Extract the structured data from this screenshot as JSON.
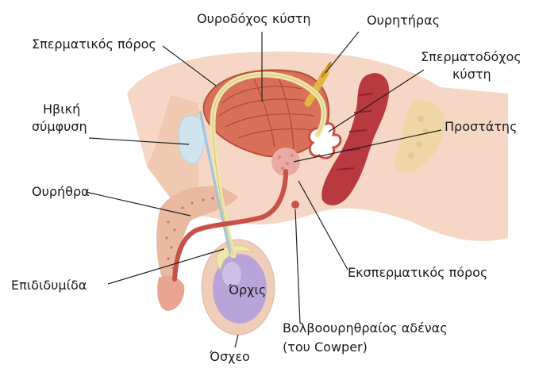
{
  "labels": {
    "bladder": "Ουροδόχος κύστη",
    "ureter": "Ουρητήρας",
    "vas_deferens": "Σπερματικός πόρος",
    "seminal_vesicle_1": "Σπερματοδόχος",
    "seminal_vesicle_2": "κύστη",
    "pubic_symphysis_1": "Ηβική",
    "pubic_symphysis_2": "σύμφυση",
    "prostate": "Προστάτης",
    "urethra": "Ουρήθρα",
    "ejaculatory_duct": "Εκσπερματικός πόρος",
    "epididymis": "Επιδιδυμίδα",
    "testis": "Όρχις",
    "bulbourethral_1": "Βολβοουρηθραίος αδένας",
    "bulbourethral_2": "(του Cowper)",
    "scrotum": "Όσχεο"
  },
  "colors": {
    "skin": "#f6d6c4",
    "skin_dark": "#eec3ab",
    "bladder": "#d9705a",
    "muscle": "#c65249",
    "rectum": "#b8393f",
    "duct": "#f0e6a8",
    "bone": "#e6cfe0",
    "cartilage": "#cfe4ef",
    "testis": "#b8a4d8",
    "prostate": "#e9a9a4",
    "leader": "#222222"
  }
}
